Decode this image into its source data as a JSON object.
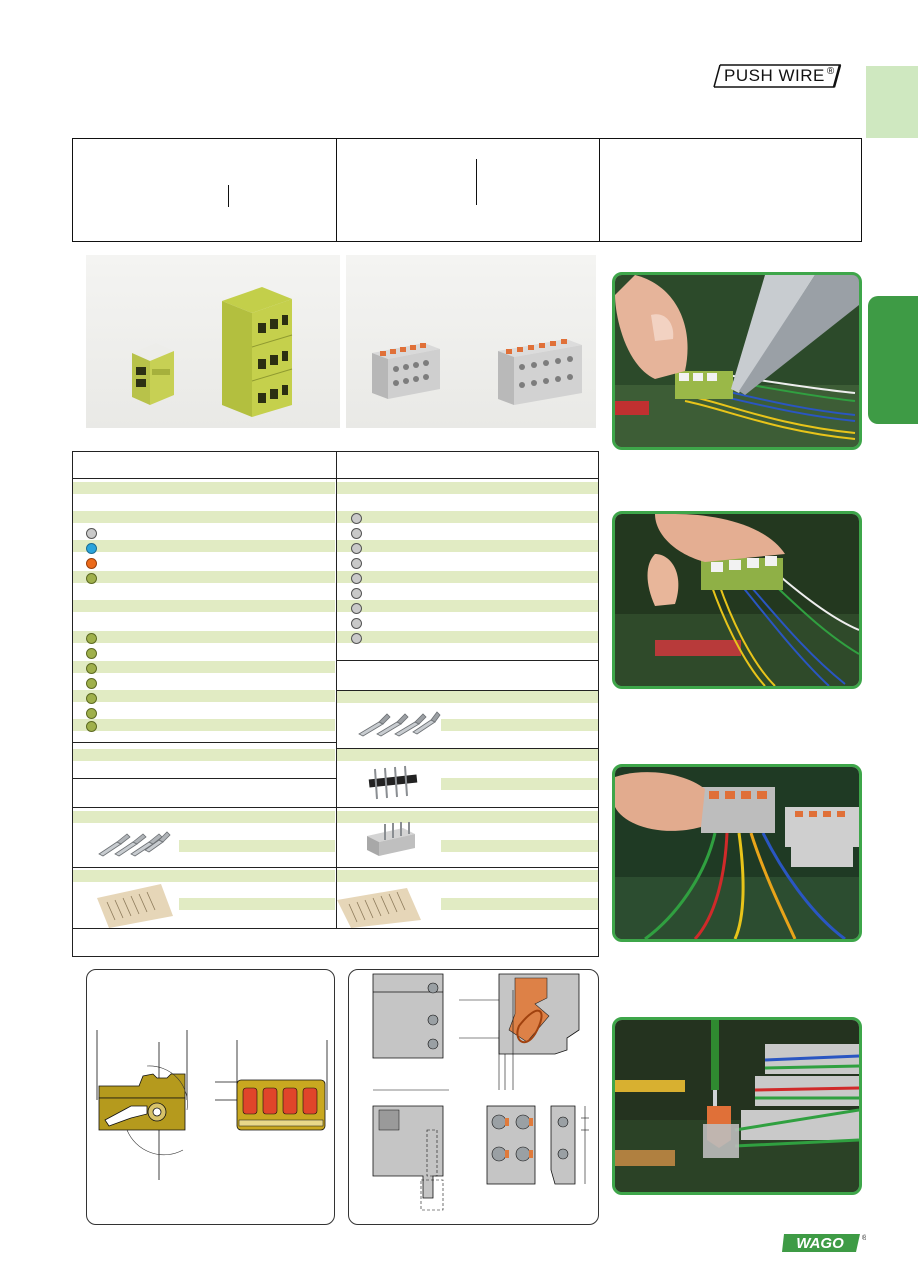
{
  "header": {
    "brand_mark": "PUSH WIRE",
    "brand_registered": "®"
  },
  "footer": {
    "logo_text": "WAGO",
    "logo_registered": "®"
  },
  "colors": {
    "accent_green": "#3e9b45",
    "light_green_tab": "#cfe8c0",
    "row_fill": "#e1ebc3",
    "frame_green": "#3ea64a",
    "dot_grey": "#c9c9c9",
    "dot_blue": "#2aa4dc",
    "dot_orange": "#ec6a1a",
    "dot_olive": "#9fb04b",
    "wago_green": "#3e9b45"
  },
  "table": {
    "left_column_dots": [
      "grey",
      "blue",
      "orange",
      "olive",
      "",
      "",
      "olive",
      "olive",
      "olive",
      "olive",
      "olive",
      "olive",
      "olive"
    ],
    "right_column_dots": [
      "grey",
      "grey",
      "grey",
      "grey",
      "grey",
      "grey",
      "grey",
      "grey",
      "grey"
    ]
  },
  "images": {
    "product_photo_left": "lime-green-connector-photo",
    "product_photo_right": "grey-terminal-block-photo",
    "app_photo_1": "pliers-removing-wires-from-connector",
    "app_photo_2": "hand-plugging-connector-onto-pcb",
    "app_photo_3": "grey-connector-with-colored-wires",
    "app_photo_4": "screwdriver-releasing-wire-on-pcb"
  }
}
